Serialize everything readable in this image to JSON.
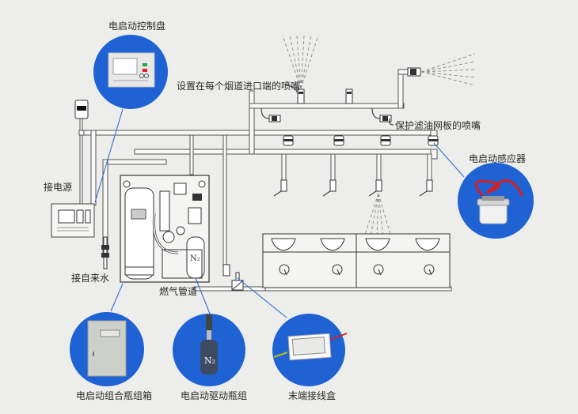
{
  "diagram": {
    "title_topic": "厨房灶台自动灭火系统示意图",
    "colors": {
      "background": "#ededeb",
      "callout_circle": "#1f62d4",
      "leader_line": "#2f6fd0",
      "pipe_fill": "#f8f8f6",
      "pipe_stroke": "#555555",
      "sensor_cord": "#d42020",
      "panel_red_button": "#e0222a",
      "panel_green_button": "#22a54a"
    },
    "labels": {
      "control_panel": "电启动控制盘",
      "flue_inlet_nozzle": "设置在每个烟道进口端的喷嘴",
      "filter_protect_nozzle": "保护滤油网板的喷嘴",
      "sensor": "电启动感应器",
      "power_supply": "接电源",
      "water_supply": "接自来水",
      "gas_pipe": "燃气管道",
      "cylinder_cabinet": "电启动组合瓶组箱",
      "driver_cylinder": "电启动驱动瓶组",
      "terminal_box": "末端接线盒",
      "n2_mark": "N₂",
      "n2_mark_small": "N₂"
    },
    "callouts": [
      {
        "id": "control-panel",
        "label_key": "control_panel",
        "icon": "control-panel-icon"
      },
      {
        "id": "sensor",
        "label_key": "sensor",
        "icon": "heat-sensor-icon"
      },
      {
        "id": "cylinder-cabinet",
        "label_key": "cylinder_cabinet",
        "icon": "cabinet-icon"
      },
      {
        "id": "driver-cylinder",
        "label_key": "driver_cylinder",
        "icon": "gas-cylinder-icon"
      },
      {
        "id": "terminal-box",
        "label_key": "terminal_box",
        "icon": "junction-box-icon"
      }
    ],
    "stove": {
      "sections": 2,
      "woks_per_section": 2,
      "knobs_per_section": 2
    },
    "nozzles": {
      "flue_inlet": 2,
      "filter_protect": 2,
      "hood_sensors": 4,
      "stove_nozzles": 4,
      "side_spray": 1
    }
  }
}
